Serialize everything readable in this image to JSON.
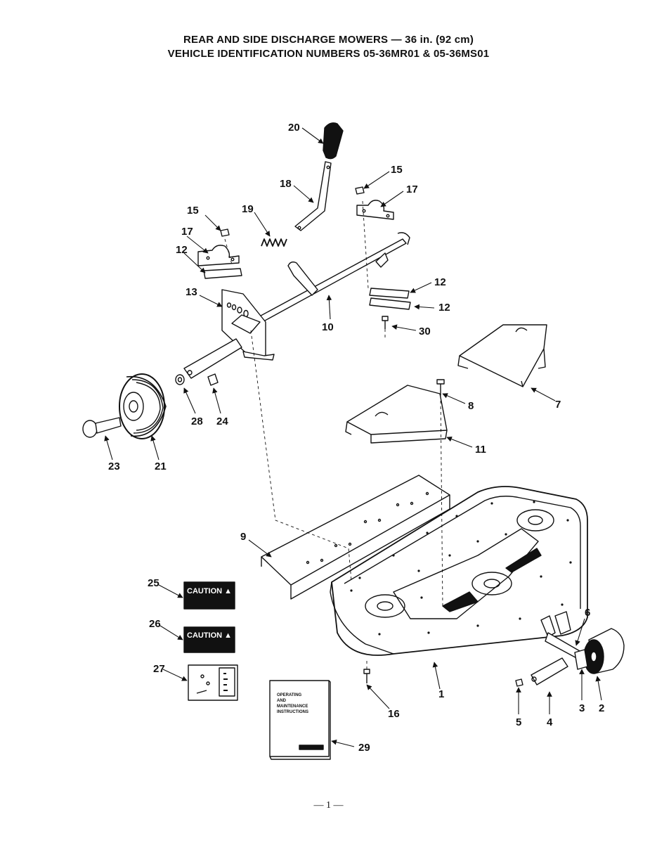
{
  "header": {
    "title_line1": "REAR AND SIDE DISCHARGE MOWERS — 36 in. (92 cm)",
    "title_line2": "VEHICLE IDENTIFICATION NUMBERS 05-36MR01 & 05-36MS01"
  },
  "callouts": {
    "c20": "20",
    "c18": "18",
    "c19": "19",
    "c15a": "15",
    "c17a": "17",
    "c12a": "12",
    "c13": "13",
    "c15b": "15",
    "c17b": "17",
    "c12b": "12",
    "c12c": "12",
    "c30": "30",
    "c10": "10",
    "c7": "7",
    "c8": "8",
    "c11": "11",
    "c28": "28",
    "c24": "24",
    "c23": "23",
    "c21": "21",
    "c9": "9",
    "c25": "25",
    "c26": "26",
    "c27": "27",
    "c16": "16",
    "c1": "1",
    "c6": "6",
    "c5": "5",
    "c4": "4",
    "c3": "3",
    "c2": "2",
    "c29": "29"
  },
  "decals": {
    "caution_1": "CAUTION ▲",
    "caution_2": "CAUTION ▲"
  },
  "manual": {
    "line1": "OPERATING",
    "line2": "AND",
    "line3": "MAINTENANCE",
    "line4": "INSTRUCTIONS"
  },
  "footer": {
    "page_number": "— 1 —"
  }
}
